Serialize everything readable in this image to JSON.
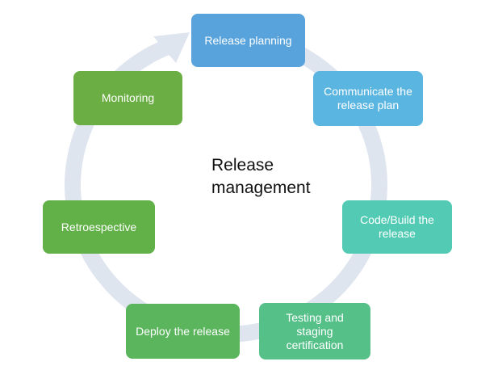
{
  "title": "Release\nmanagement",
  "colors": {
    "cycle_arrow": "#dfe5ef",
    "blue": "#5b9bd5",
    "light_blue": "#5bb7e0",
    "teal": "#52c9b2",
    "green": "#5bb65d",
    "dark_green": "#6aae44",
    "text": "#ffffff"
  },
  "steps": [
    {
      "label": "Release planning",
      "color": "#58a3dc"
    },
    {
      "label": "Communicate the release plan",
      "color": "#5ab5e0"
    },
    {
      "label": "Code/Build the release",
      "color": "#53cbb4"
    },
    {
      "label": "Testing and staging certification",
      "color": "#56c089"
    },
    {
      "label": "Deploy the release",
      "color": "#5ab55c"
    },
    {
      "label": "Retroespective",
      "color": "#62b148"
    },
    {
      "label": "Monitoring",
      "color": "#6aae44"
    }
  ]
}
